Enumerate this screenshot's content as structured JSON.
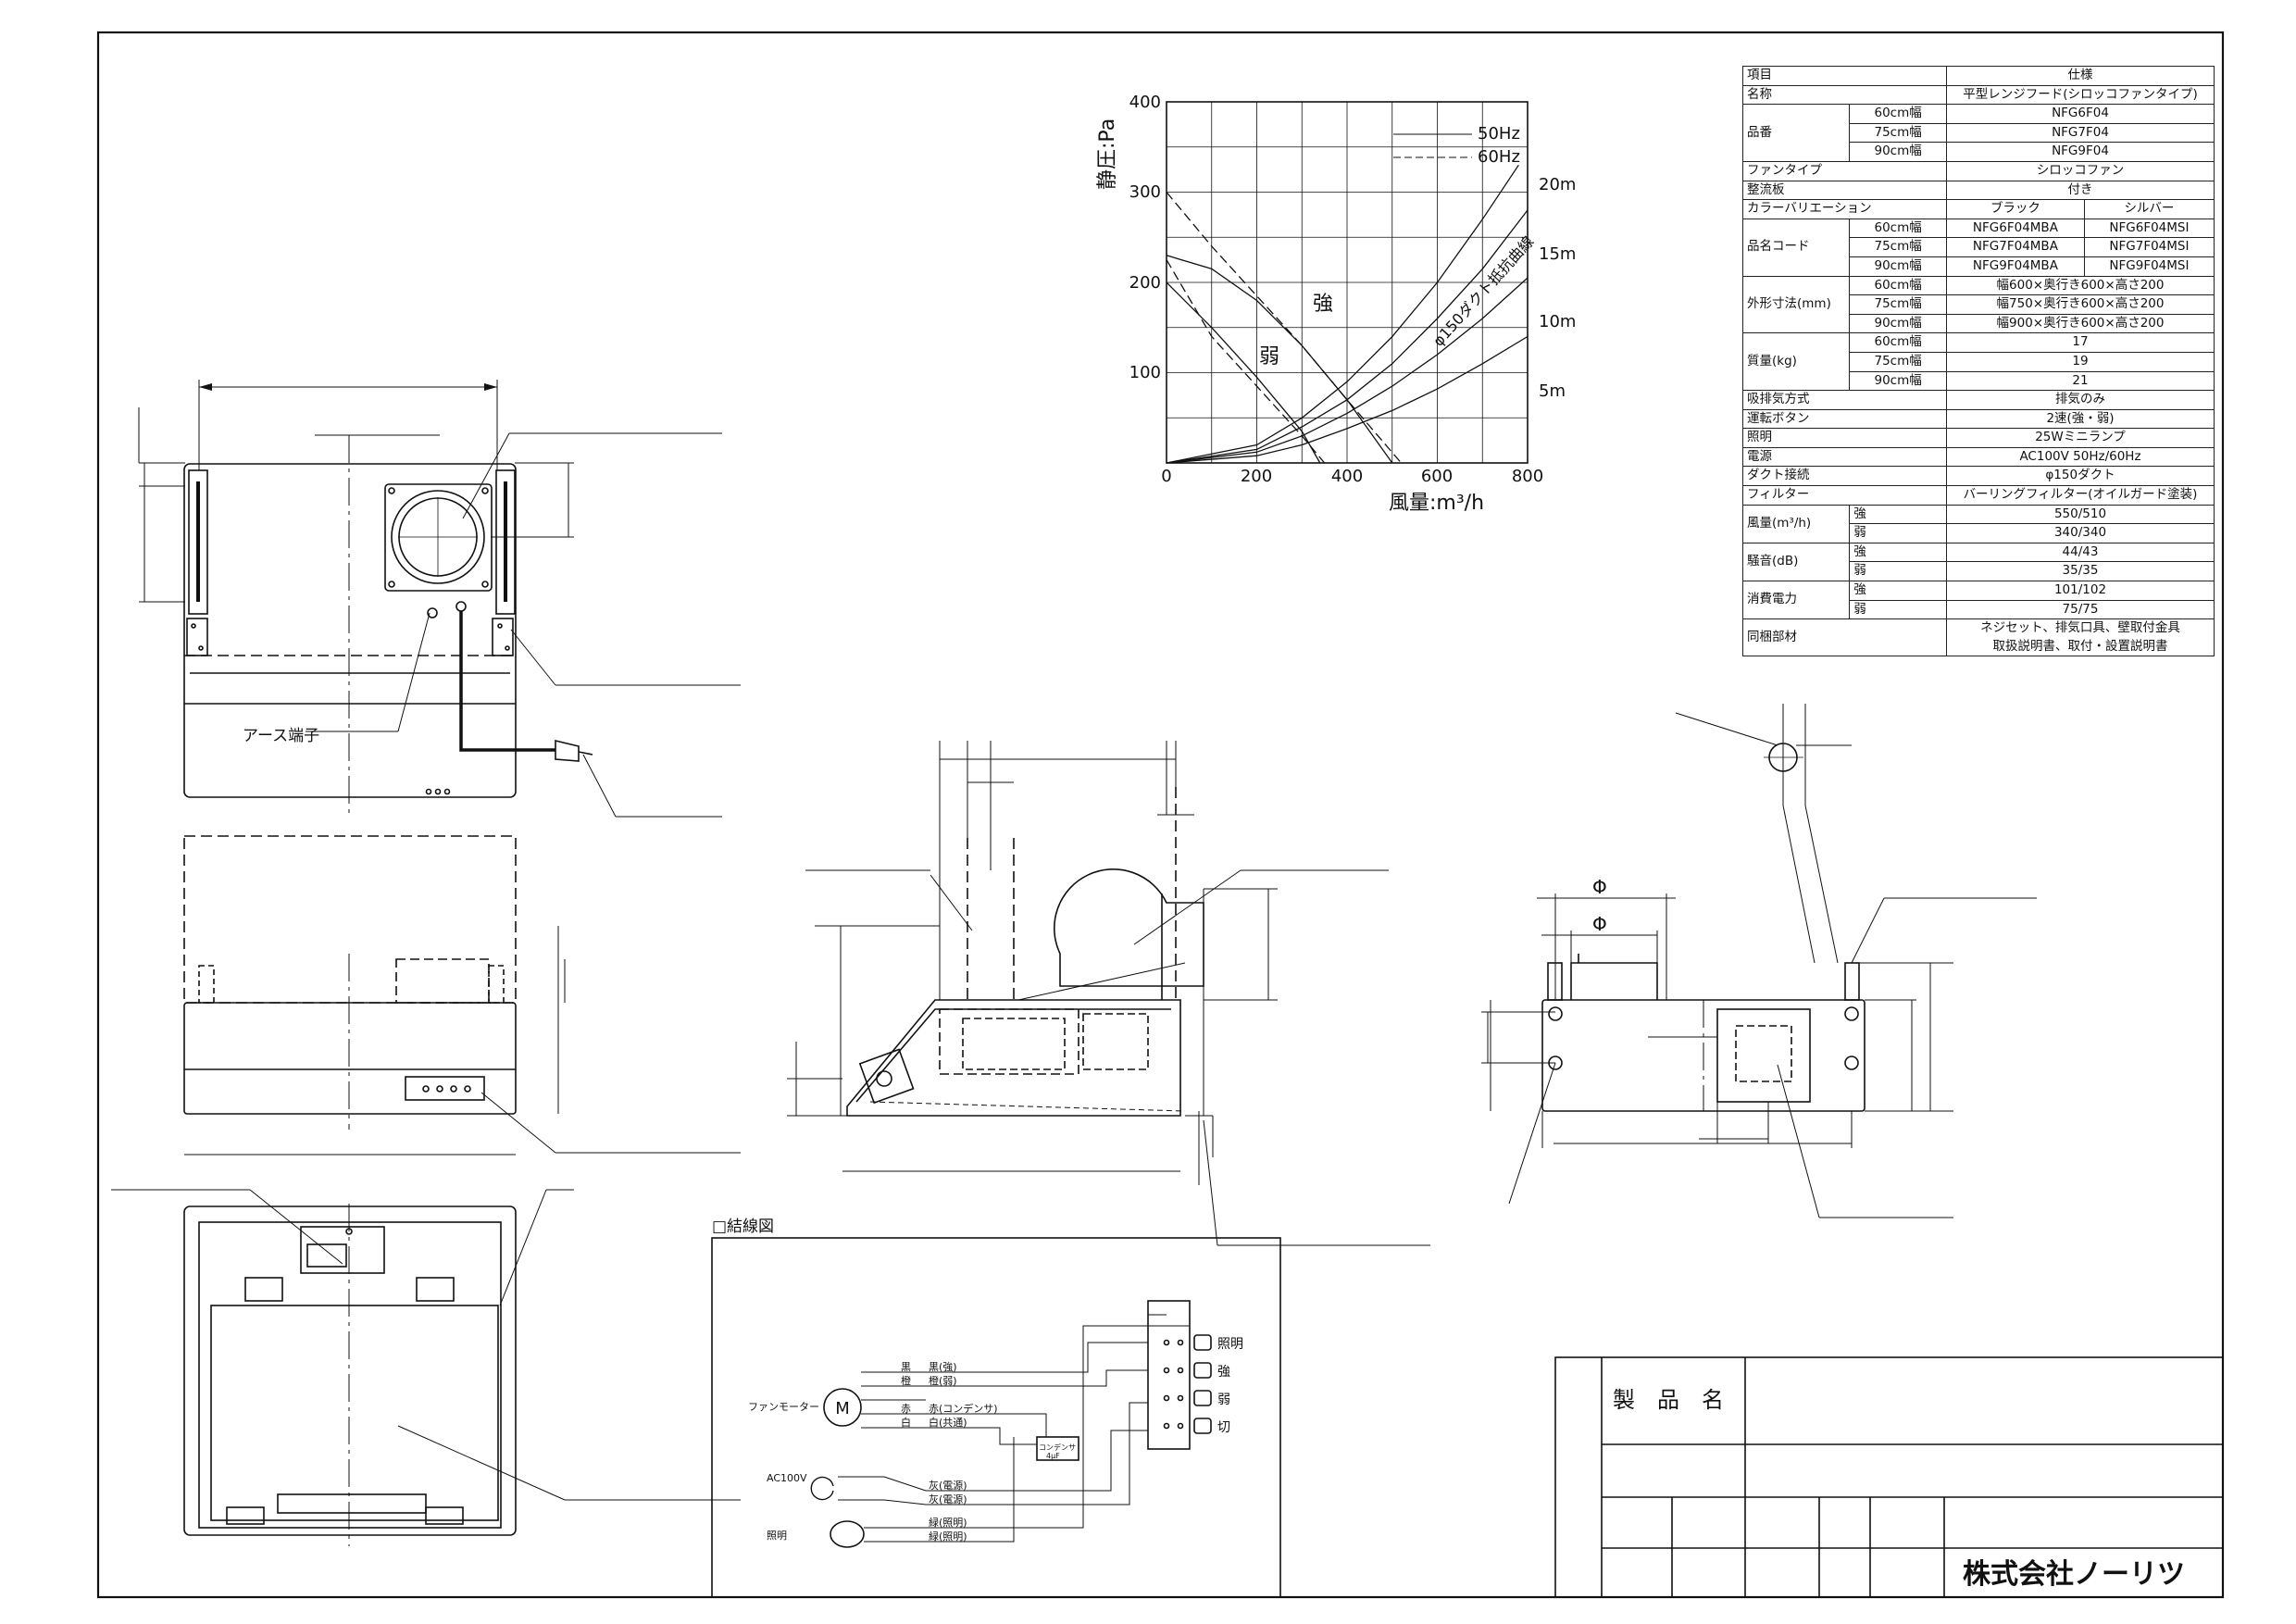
{
  "drawing": {
    "earth_terminal": "アース端子",
    "wiring_title": "□結線図",
    "phi1": "Φ",
    "phi2": "Φ"
  },
  "chart_data": {
    "type": "line",
    "ylabel": "静圧:Pa",
    "xlabel": "風量:m³/h",
    "xlim": [
      0,
      800
    ],
    "ylim": [
      0,
      400
    ],
    "xticks": [
      "0",
      "200",
      "400",
      "600",
      "800"
    ],
    "yticks": [
      "100",
      "200",
      "300",
      "400"
    ],
    "legend": [
      "50Hz",
      "60Hz"
    ],
    "annotations": {
      "strong": "強",
      "weak": "弱",
      "resistance": "φ150ダクト抵抗曲線",
      "duct_lengths": [
        "20m",
        "15m",
        "10m",
        "5m"
      ]
    },
    "series": [
      {
        "name": "50Hz",
        "curve": "強",
        "x": [
          0,
          100,
          200,
          300,
          400,
          500
        ],
        "y": [
          230,
          215,
          180,
          130,
          70,
          0
        ]
      },
      {
        "name": "60Hz",
        "curve": "強",
        "x": [
          0,
          100,
          200,
          300,
          400,
          520
        ],
        "y": [
          300,
          240,
          185,
          130,
          70,
          0
        ]
      },
      {
        "name": "50Hz",
        "curve": "弱",
        "x": [
          0,
          100,
          200,
          300,
          340
        ],
        "y": [
          200,
          150,
          95,
          35,
          0
        ]
      },
      {
        "name": "60Hz",
        "curve": "弱",
        "x": [
          0,
          100,
          200,
          300,
          350
        ],
        "y": [
          225,
          140,
          85,
          30,
          0
        ]
      }
    ],
    "resistance_curves": [
      {
        "label": "20m",
        "x": [
          0,
          200,
          300,
          400,
          500,
          600,
          700,
          780
        ],
        "y": [
          0,
          20,
          50,
          90,
          140,
          200,
          270,
          330
        ]
      },
      {
        "label": "15m",
        "x": [
          0,
          200,
          300,
          400,
          500,
          600,
          700,
          800
        ],
        "y": [
          0,
          15,
          40,
          70,
          110,
          160,
          215,
          280
        ]
      },
      {
        "label": "10m",
        "x": [
          0,
          200,
          300,
          400,
          500,
          600,
          700,
          800
        ],
        "y": [
          0,
          12,
          30,
          55,
          85,
          120,
          160,
          205
        ]
      },
      {
        "label": "5m",
        "x": [
          0,
          200,
          300,
          400,
          500,
          600,
          700,
          800
        ],
        "y": [
          0,
          8,
          20,
          38,
          58,
          82,
          110,
          140
        ]
      }
    ]
  },
  "spec": {
    "header": [
      "項目",
      "仕様"
    ],
    "rows": [
      {
        "item": "名称",
        "value": "平型レンジフード(シロッコファンタイプ)"
      },
      {
        "item": "品番",
        "subs": [
          {
            "sub": "60cm幅",
            "value": "NFG6F04"
          },
          {
            "sub": "75cm幅",
            "value": "NFG7F04"
          },
          {
            "sub": "90cm幅",
            "value": "NFG9F04"
          }
        ]
      },
      {
        "item": "ファンタイプ",
        "value": "シロッコファン"
      },
      {
        "item": "整流板",
        "value": "付き"
      },
      {
        "item": "カラーバリエーション",
        "black": "ブラック",
        "silver": "シルバー"
      },
      {
        "item": "品名コード",
        "codes": [
          {
            "sub": "60cm幅",
            "black": "NFG6F04MBA",
            "silver": "NFG6F04MSI"
          },
          {
            "sub": "75cm幅",
            "black": "NFG7F04MBA",
            "silver": "NFG7F04MSI"
          },
          {
            "sub": "90cm幅",
            "black": "NFG9F04MBA",
            "silver": "NFG9F04MSI"
          }
        ]
      },
      {
        "item": "外形寸法(mm)",
        "subs": [
          {
            "sub": "60cm幅",
            "value": "幅600×奥行き600×高さ200"
          },
          {
            "sub": "75cm幅",
            "value": "幅750×奥行き600×高さ200"
          },
          {
            "sub": "90cm幅",
            "value": "幅900×奥行き600×高さ200"
          }
        ]
      },
      {
        "item": "質量(kg)",
        "subs": [
          {
            "sub": "60cm幅",
            "value": "17"
          },
          {
            "sub": "75cm幅",
            "value": "19"
          },
          {
            "sub": "90cm幅",
            "value": "21"
          }
        ]
      },
      {
        "item": "吸排気方式",
        "value": "排気のみ"
      },
      {
        "item": "運転ボタン",
        "value": "2速(強・弱)"
      },
      {
        "item": "照明",
        "value": "25Wミニランプ"
      },
      {
        "item": "電源",
        "value": "AC100V 50Hz/60Hz"
      },
      {
        "item": "ダクト接続",
        "value": "φ150ダクト"
      },
      {
        "item": "フィルター",
        "value": "バーリングフィルター(オイルガード塗装)"
      },
      {
        "item": "風量(m³/h)",
        "modes": [
          {
            "sub": "強",
            "value": "550/510"
          },
          {
            "sub": "弱",
            "value": "340/340"
          }
        ]
      },
      {
        "item": "騒音(dB)",
        "modes": [
          {
            "sub": "強",
            "value": "44/43"
          },
          {
            "sub": "弱",
            "value": "35/35"
          }
        ]
      },
      {
        "item": "消費電力",
        "modes": [
          {
            "sub": "強",
            "value": "101/102"
          },
          {
            "sub": "弱",
            "value": "75/75"
          }
        ]
      },
      {
        "item": "同梱部材",
        "lines": [
          "ネジセット、排気口具、壁取付金具",
          "取扱説明書、取付・設置説明書"
        ]
      }
    ]
  },
  "wiring": {
    "fan_motor": "ファンモーター",
    "motor_symbol": "M",
    "ac100v": "AC100V",
    "lighting": "照明",
    "capacitor": "コンデンサ",
    "capacitor_value": "4μF",
    "wire_labels": [
      "黒(強)",
      "橙(弱)",
      "赤(コンデンサ)",
      "白(共通)",
      "灰(電源)",
      "灰(電源)",
      "緑(照明)",
      "緑(照明)"
    ],
    "wire_colors": [
      "黒",
      "橙",
      "赤",
      "白"
    ],
    "switches": [
      "照明",
      "強",
      "弱",
      "切"
    ]
  },
  "title_block": {
    "product_label": "製　品　名",
    "company": "株式会社ノーリツ"
  }
}
